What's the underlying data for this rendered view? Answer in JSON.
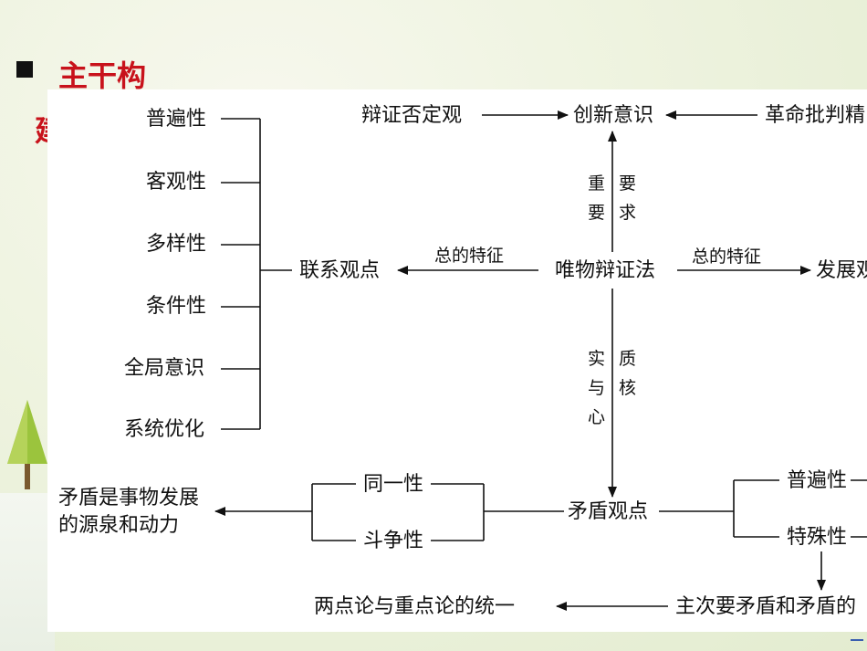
{
  "slide": {
    "heading": "主干构",
    "heading_line2": "建"
  },
  "diagram": {
    "center": "唯物辩证法",
    "left_concept": "联系观点",
    "left_edge_label": "总的特征",
    "right_concept": "发展观",
    "right_edge_label": "总的特征",
    "top_concept": "创新意识",
    "top_left": "辩证否定观",
    "top_right": "革命批判精",
    "up_label_col1": [
      "重",
      "要"
    ],
    "up_label_col2": [
      "要",
      "求"
    ],
    "down_label_col1": [
      "实",
      "与",
      "心"
    ],
    "down_label_col2": [
      "质",
      "核"
    ],
    "contradiction": "矛盾观点",
    "identity": "同一性",
    "struggle": "斗争性",
    "source": [
      "矛盾是事物发展",
      "的源泉和动力"
    ],
    "universality": "普遍性",
    "particularity": "特殊性",
    "principal": "主次要矛盾和矛盾的",
    "unity": "两点论与重点论的统一",
    "connection_props": [
      "普遍性",
      "客观性",
      "多样性",
      "条件性",
      "全局意识",
      "系统优化"
    ]
  }
}
